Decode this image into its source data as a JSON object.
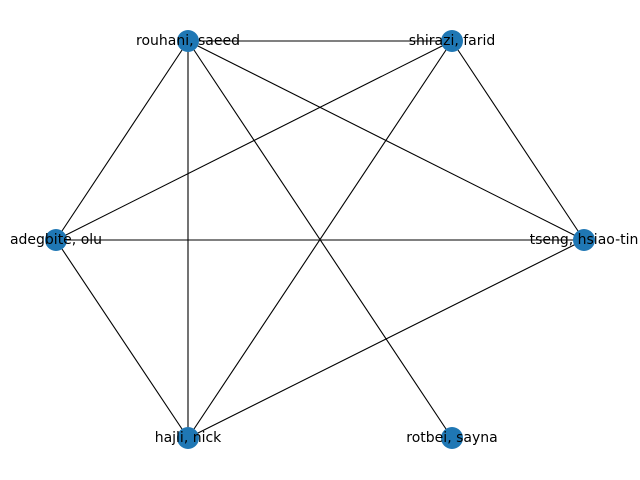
{
  "graph": {
    "node_color": "#1f77b4",
    "edge_color": "#000000",
    "nodes": [
      {
        "id": "rouhani",
        "label": "rouhani, saeed"
      },
      {
        "id": "shirazi",
        "label": "shirazi, farid"
      },
      {
        "id": "adegbite",
        "label": "adegbite, olu"
      },
      {
        "id": "tseng",
        "label": "tseng, hsiao-tin"
      },
      {
        "id": "hajli",
        "label": "hajli, nick"
      },
      {
        "id": "rotbei",
        "label": "rotbei, sayna"
      }
    ],
    "edges": [
      [
        "rouhani",
        "shirazi"
      ],
      [
        "rouhani",
        "adegbite"
      ],
      [
        "rouhani",
        "tseng"
      ],
      [
        "rouhani",
        "hajli"
      ],
      [
        "rouhani",
        "rotbei"
      ],
      [
        "shirazi",
        "adegbite"
      ],
      [
        "shirazi",
        "tseng"
      ],
      [
        "shirazi",
        "hajli"
      ],
      [
        "adegbite",
        "tseng"
      ],
      [
        "adegbite",
        "hajli"
      ],
      [
        "tseng",
        "hajli"
      ]
    ]
  }
}
